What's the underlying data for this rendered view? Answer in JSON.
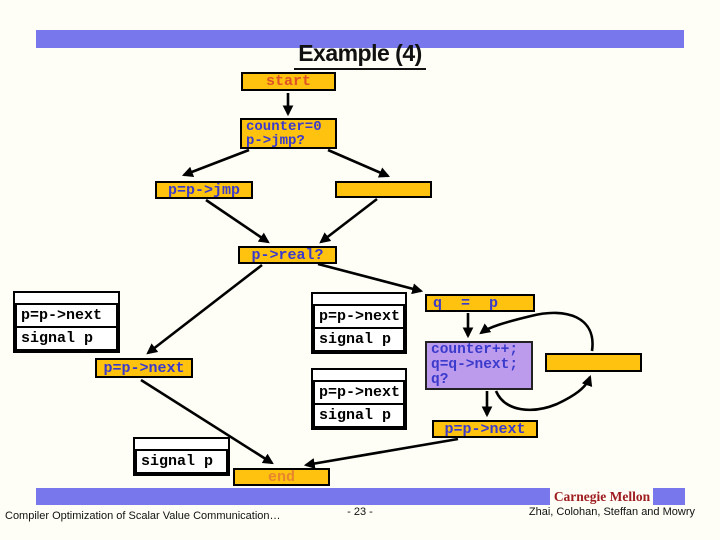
{
  "slide": {
    "title": "Example (4)",
    "footer": {
      "left_text": "Compiler Optimization of Scalar Value Communication…",
      "page": "- 23 -",
      "authors": "Zhai, Colohan, Steffan and Mowry",
      "brand": "Carnegie Mellon"
    },
    "colors": {
      "bar_blue": "#7878ec",
      "node_orange": "#ffc20e",
      "node_purple": "#bd9bec",
      "code_blue": "#3a3acd",
      "start_text_red": "#de5227",
      "end_text_orange": "#e8862f",
      "brand_red": "#9e1b1e",
      "background": "#fefef6"
    }
  },
  "flow": {
    "start": {
      "label": "start"
    },
    "cond": {
      "line1": "counter=0",
      "line2": "p->jmp?"
    },
    "jmp": {
      "label": "p=p->jmp"
    },
    "real": {
      "label": "p->real?"
    },
    "next_left": {
      "label": "p=p->next"
    },
    "qp": {
      "label": "q = p"
    },
    "loop": {
      "line1": "counter++;",
      "line2": "q=q->next;",
      "line3": "q?"
    },
    "next_right": {
      "label": "p=p->next"
    },
    "end": {
      "label": "end"
    }
  },
  "tables": {
    "left": {
      "rows": [
        "p=p->next",
        "signal p"
      ]
    },
    "mid_top": {
      "rows": [
        "p=p->next",
        "signal p"
      ]
    },
    "mid_bottom": {
      "rows": [
        "p=p->next",
        "signal p"
      ]
    },
    "bottom_left": {
      "rows": [
        "signal p"
      ]
    }
  }
}
